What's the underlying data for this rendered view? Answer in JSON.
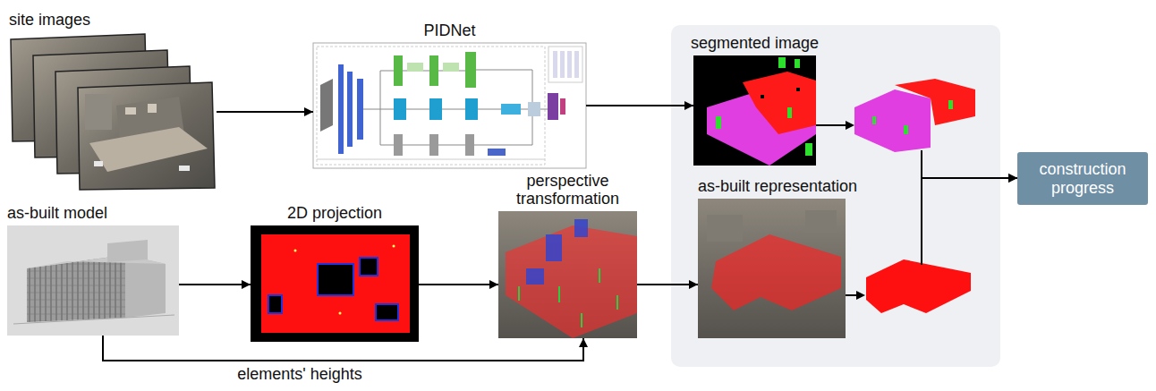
{
  "diagram": {
    "nodes": [
      {
        "text": [
          "site images"
        ]
      },
      {
        "text": [
          "PIDNet"
        ]
      },
      {
        "text": [
          "segmented image"
        ]
      },
      {
        "text": [
          "as-built model"
        ]
      },
      {
        "text": [
          "2D projection"
        ]
      },
      {
        "text": [
          "perspective transformation"
        ]
      },
      {
        "text": [
          "as-built representation"
        ]
      },
      {
        "text": [
          "construction progress"
        ]
      }
    ],
    "edges": [
      {
        "from": 0,
        "to": 1,
        "arrow": "to"
      },
      {
        "from": 1,
        "to": 2,
        "arrow": "to"
      },
      {
        "from": 3,
        "to": 4,
        "arrow": "to"
      },
      {
        "from": 4,
        "to": 5,
        "arrow": "to"
      },
      {
        "from": 5,
        "to": 6,
        "arrow": "to"
      },
      {
        "from": 3,
        "to": 5,
        "label": "elements' heights",
        "arrow": "to"
      },
      {
        "from": 2,
        "to": 7,
        "arrow": "to"
      },
      {
        "from": 6,
        "to": 7,
        "arrow": "to"
      }
    ]
  }
}
